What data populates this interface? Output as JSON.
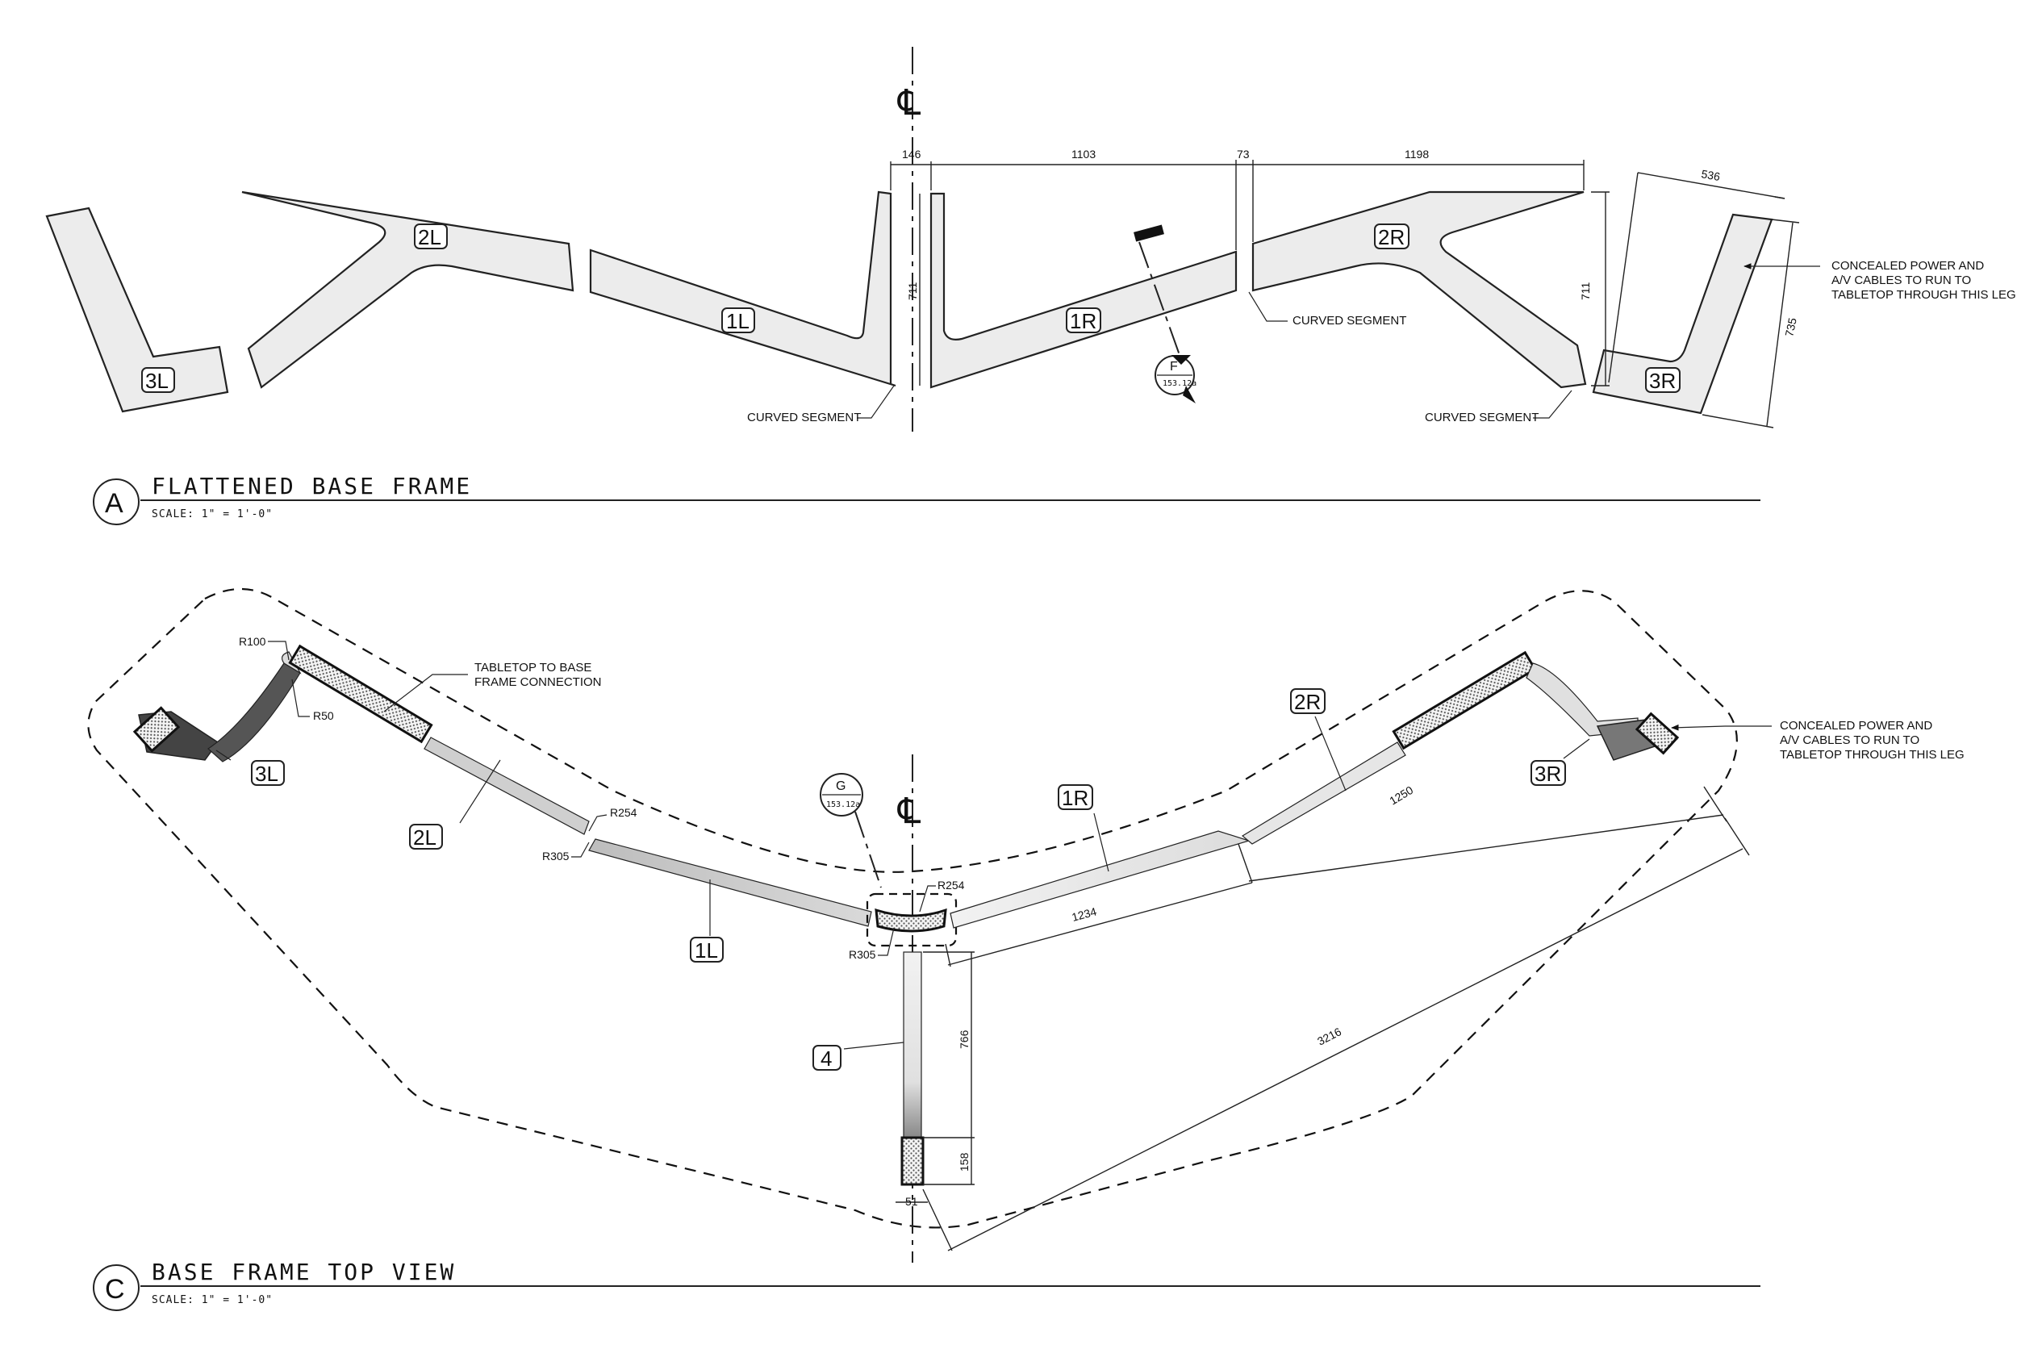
{
  "section_a": {
    "circle": "A",
    "title": "FLATTENED BASE FRAME",
    "scale": "SCALE: 1\" = 1'-0\""
  },
  "section_c": {
    "circle": "C",
    "title": "BASE FRAME TOP VIEW",
    "scale": "SCALE: 1\" = 1'-0\""
  },
  "centerline_symbol": "℄",
  "parts": {
    "p3l": "3L",
    "p2l": "2L",
    "p1l": "1L",
    "p1r": "1R",
    "p2r": "2R",
    "p3r": "3R",
    "p4": "4"
  },
  "dims_a": {
    "d146": "146",
    "d1103": "1103",
    "d73": "73",
    "d1198": "1198",
    "d711_left": "711",
    "d711_right": "711",
    "d536": "536",
    "d735": "735"
  },
  "dims_c": {
    "r100": "R100",
    "r50": "R50",
    "r254_left": "R254",
    "r305_left": "R305",
    "r254_mid": "R254",
    "r305_mid": "R305",
    "d1250": "1250",
    "d1234": "1234",
    "d766": "766",
    "d158": "158",
    "d51": "51",
    "d3216": "3216"
  },
  "callouts": {
    "curved_segment_1": "CURVED SEGMENT",
    "curved_segment_2": "CURVED SEGMENT",
    "curved_segment_3": "CURVED SEGMENT",
    "cables_a": [
      "CONCEALED POWER AND",
      "A/V CABLES TO RUN TO",
      "TABLETOP THROUGH THIS LEG"
    ],
    "cables_c": [
      "CONCEALED POWER AND",
      "A/V CABLES TO RUN TO",
      "TABLETOP THROUGH THIS LEG"
    ],
    "tabletop": [
      "TABLETOP TO BASE",
      "FRAME CONNECTION"
    ]
  },
  "section_markers": {
    "f_letter": "F",
    "f_sheet": "153.12a",
    "g_letter": "G",
    "g_sheet": "153.12a"
  }
}
